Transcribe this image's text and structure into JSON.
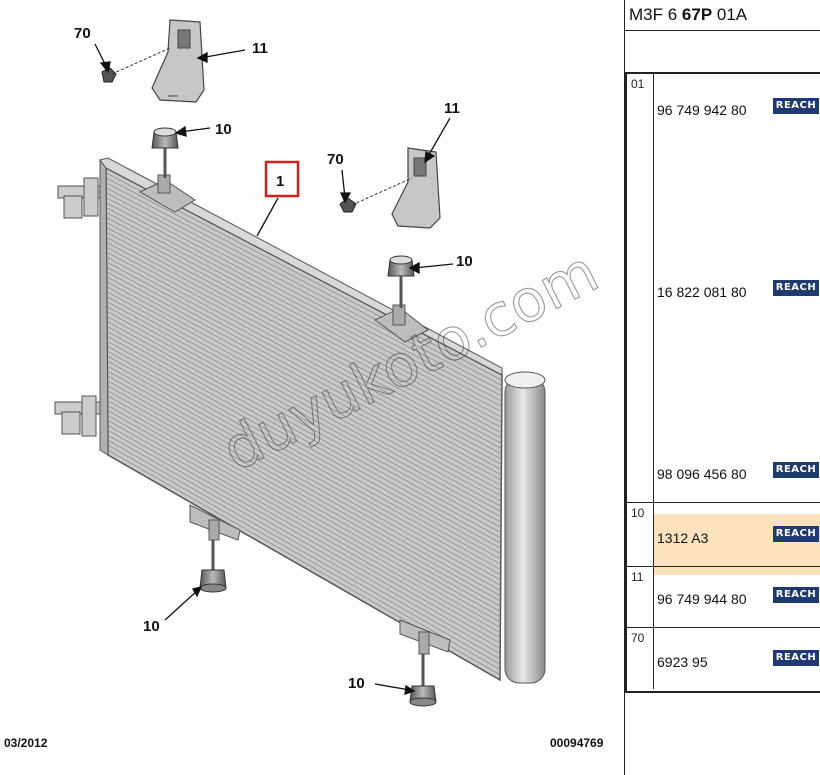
{
  "diagram": {
    "callouts": {
      "main_part": "1",
      "bracket_left": "11",
      "bracket_right": "11",
      "bolt_left": "70",
      "bolt_right": "70",
      "mount_top_left": "10",
      "mount_top_right": "10",
      "mount_bottom_left": "10",
      "mount_bottom_right": "10"
    },
    "watermark": "duyukoto.com",
    "date": "03/2012",
    "drawing_number": "00094769"
  },
  "panel": {
    "header": {
      "part1": "M3F 6 ",
      "part2_bold": "67P",
      "part3": " 01A"
    },
    "rows": [
      {
        "ref": "01",
        "entries": [
          {
            "part_number": "96 749 942 80",
            "badge": "REACH"
          },
          {
            "part_number": "16 822 081 80",
            "badge": "REACH"
          },
          {
            "part_number": "98 096 456 80",
            "badge": "REACH",
            "highlighted": true
          }
        ]
      },
      {
        "ref": "10",
        "entries": [
          {
            "part_number": "1312 A3",
            "badge": "REACH"
          }
        ]
      },
      {
        "ref": "11",
        "entries": [
          {
            "part_number": "96 749 944 80",
            "badge": "REACH"
          }
        ]
      },
      {
        "ref": "70",
        "entries": [
          {
            "part_number": "6923 95",
            "badge": "REACH"
          }
        ]
      }
    ],
    "highlight_color": "#fbe2bd",
    "badge_color": "#1e3a6e"
  }
}
